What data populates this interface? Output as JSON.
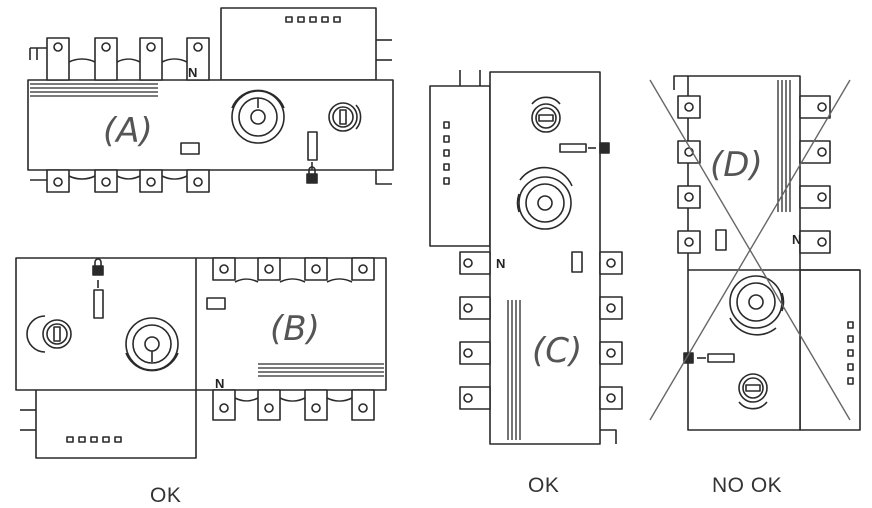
{
  "figures": [
    {
      "letter": "(A)",
      "caption": "OK",
      "neutral_mark": "N"
    },
    {
      "letter": "(B)",
      "caption": "OK",
      "neutral_mark": "N"
    },
    {
      "letter": "(C)",
      "caption": "OK",
      "neutral_mark": "N"
    },
    {
      "letter": "(D)",
      "caption": "NO OK",
      "neutral_mark": "N"
    }
  ],
  "captions": {
    "left": "OK",
    "middle": "OK",
    "right": "NO OK"
  },
  "colors": {
    "line": "#2a2a2a",
    "crossed_out": "#666666"
  }
}
